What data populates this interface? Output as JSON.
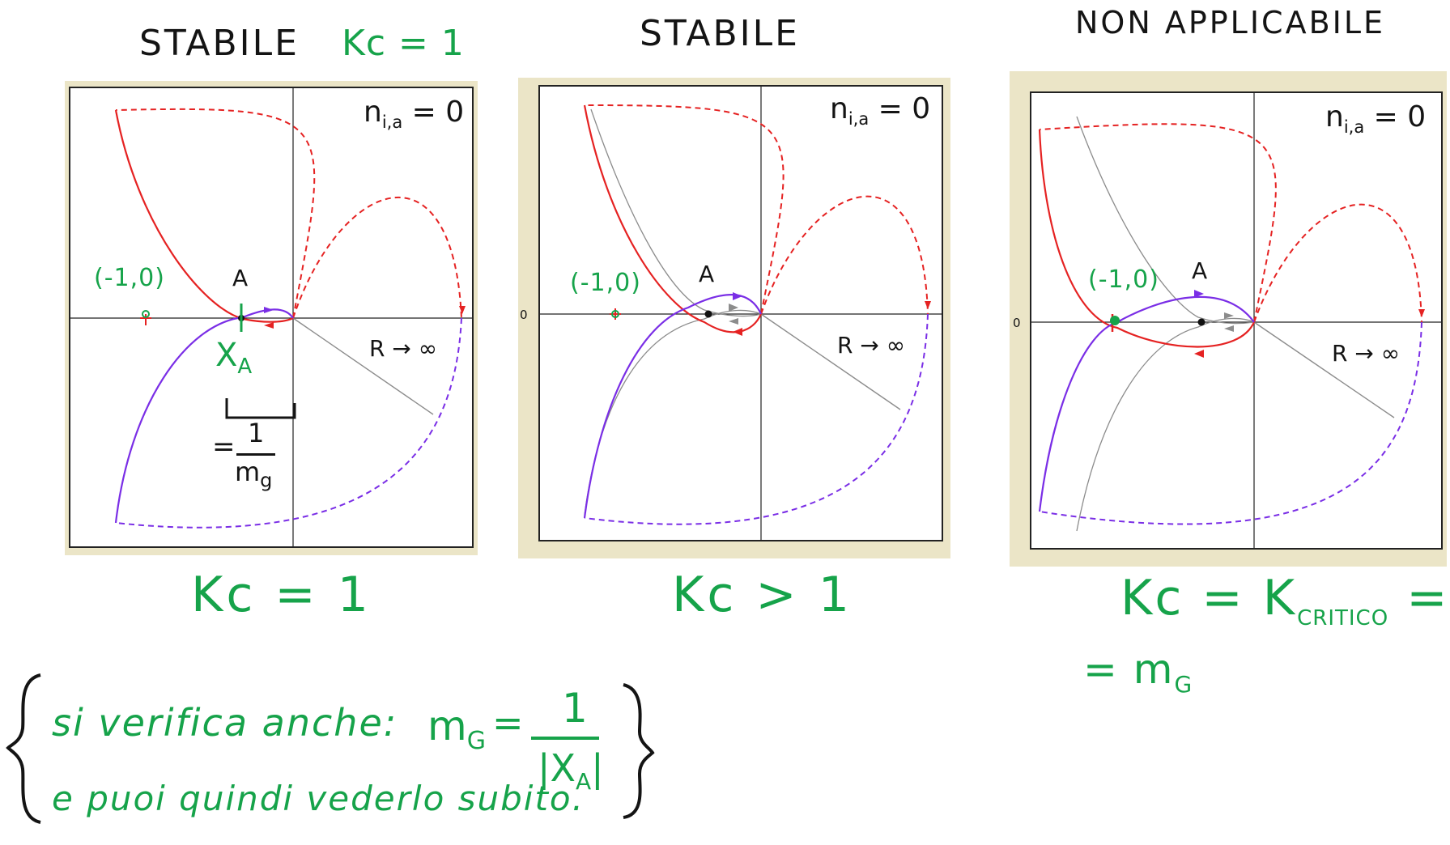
{
  "panels": [
    {
      "title": "STABILE",
      "title_note": "Kc = 1",
      "n_label_main": "n",
      "n_label_sub": "i,a",
      "n_label_rest": " = 0",
      "point_A": "A",
      "minus_one_label": "(-1,0)",
      "radius_label": "R → ∞",
      "caption": "Kc = 1"
    },
    {
      "title": "STABILE",
      "n_label_main": "n",
      "n_label_sub": "i,a",
      "n_label_rest": " = 0",
      "point_A": "A",
      "minus_one_label": "(-1,0)",
      "zero_tick": "0",
      "radius_label": "R → ∞",
      "caption": "Kc > 1"
    },
    {
      "title": "NON APPLICABILE",
      "n_label_main": "n",
      "n_label_sub": "i,a",
      "n_label_rest": " = 0",
      "point_A": "A",
      "minus_one_label": "(-1,0)",
      "zero_tick": "0",
      "radius_label": "R → ∞",
      "caption_line1": "Kc = K",
      "caption_sub": "CRITICO",
      "caption_eq": " =",
      "caption_line2": "= m",
      "caption_line2_sub": "G"
    }
  ],
  "annotation": {
    "x_a_main": "X",
    "x_a_sub": "A",
    "mg_num": "1",
    "mg_eq": "=",
    "mg_den": "m",
    "mg_den_sub": "g"
  },
  "note": {
    "line1": "si verifica anche:",
    "mg": "m",
    "mg_sub": "G",
    "eq": "=",
    "frac_num": "1",
    "frac_den": "|X",
    "frac_den_sub": "A",
    "frac_den_end": "|",
    "line2": "e puoi quindi vederlo subito."
  },
  "colors": {
    "green": "#16a34a",
    "red": "#e52222",
    "purple": "#7a2ee6",
    "gray": "#8c8c8c",
    "frame": "#ebe5c7"
  }
}
